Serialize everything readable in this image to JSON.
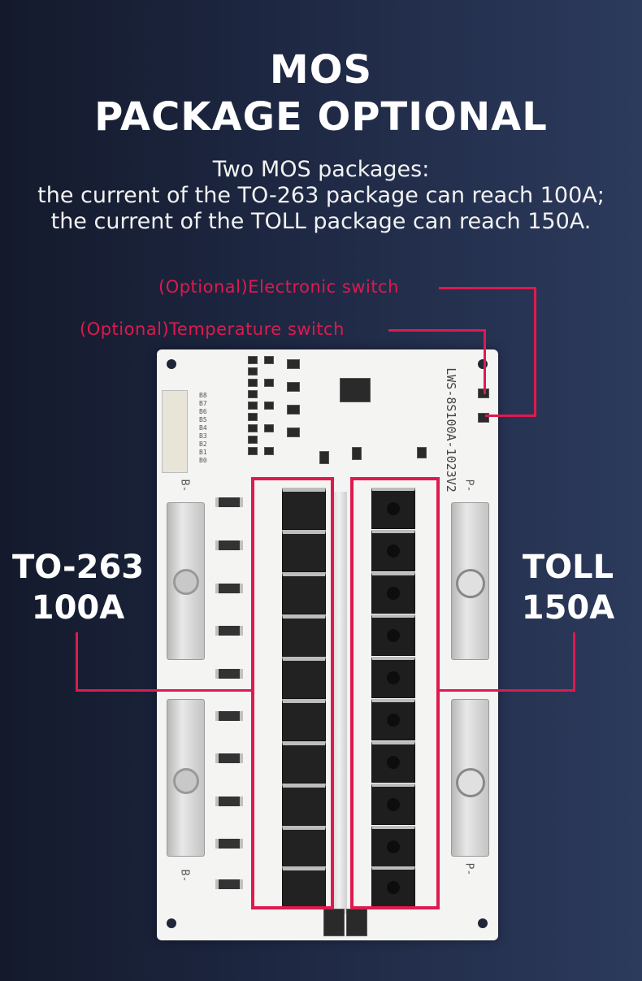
{
  "header": {
    "title_line1": "MOS",
    "title_line2": "PACKAGE OPTIONAL",
    "subtitle_line1": "Two MOS packages:",
    "subtitle_line2": "the current of the TO-263 package can reach 100A;",
    "subtitle_line3": "the current of the TOLL package can reach 150A."
  },
  "callouts": {
    "electronic_switch": "(Optional)Electronic switch",
    "temperature_switch": "(Optional)Temperature switch"
  },
  "left_label": {
    "package": "TO-263",
    "current": "100A"
  },
  "right_label": {
    "package": "TOLL",
    "current": "150A"
  },
  "board": {
    "model": "LWS-8S100A-1023V2",
    "terminal_b": "B-",
    "terminal_p": "P-",
    "connector_pins": [
      "B8",
      "B7",
      "B6",
      "B5",
      "B4",
      "B3",
      "B2",
      "B1",
      "B0"
    ]
  },
  "colors": {
    "accent": "#e0194f",
    "background": "#1e2843"
  }
}
